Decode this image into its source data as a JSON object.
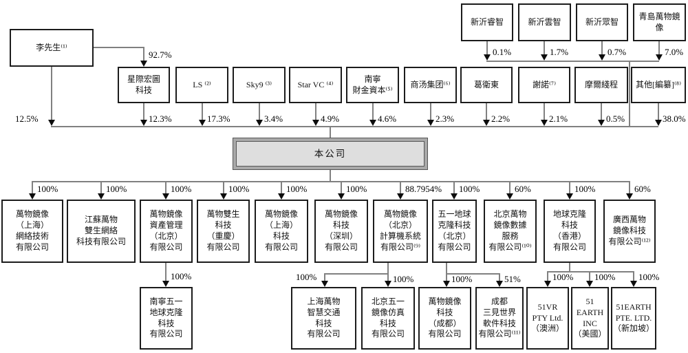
{
  "company": {
    "label": "本公司"
  },
  "founder": {
    "label": "李先生⁽¹⁾",
    "pct_direct": "12.5%",
    "pct_to_xingji": "92.7%"
  },
  "top_holders": [
    {
      "label": "新沂睿智",
      "pct": "0.1%"
    },
    {
      "label": "新沂雲智",
      "pct": "1.7%"
    },
    {
      "label": "新沂眾智",
      "pct": "0.7%"
    },
    {
      "label": "青島萬物鏡像",
      "pct": "7.0%"
    }
  ],
  "mid_holders": [
    {
      "label": "星際宏圖\n科技",
      "pct": "12.3%"
    },
    {
      "label": "LS ⁽²⁾",
      "pct": "17.3%"
    },
    {
      "label": "Sky9 ⁽³⁾",
      "pct": "3.4%"
    },
    {
      "label": "Star VC ⁽⁴⁾",
      "pct": "4.9%"
    },
    {
      "label": "南寧\n財金資本⁽⁵⁾",
      "pct": "4.6%"
    },
    {
      "label": "商汤集团⁽⁶⁾",
      "pct": "2.3%"
    },
    {
      "label": "葛衛東",
      "pct": "2.2%"
    },
    {
      "label": "謝諾⁽⁷⁾",
      "pct": "2.1%"
    },
    {
      "label": "摩爾綫程",
      "pct": "0.5%"
    },
    {
      "label": "其他[編纂]⁽⁸⁾",
      "pct": "38.0%"
    }
  ],
  "subsidiaries": [
    {
      "label": "萬物鏡像\n（上海）\n網絡技術\n有限公司",
      "pct": "100%"
    },
    {
      "label": "江蘇萬物\n雙生網絡\n科技有限公司",
      "pct": "100%"
    },
    {
      "label": "萬物鏡像\n資產管理\n（北京）\n有限公司",
      "pct": "100%"
    },
    {
      "label": "萬物雙生\n科技\n（重慶）\n有限公司",
      "pct": "100%"
    },
    {
      "label": "萬物鏡像\n（上海）\n科技\n有限公司",
      "pct": "100%"
    },
    {
      "label": "萬物鏡像\n科技\n（深圳）\n有限公司",
      "pct": "100%"
    },
    {
      "label": "萬物鏡像\n（北京）\n計算機系統\n有限公司⁽⁹⁾",
      "pct": "88.7954%"
    },
    {
      "label": "五一地球\n克隆科技\n（北京）\n有限公司",
      "pct": "100%"
    },
    {
      "label": "北京萬物\n鏡像數據\n服務\n有限公司⁽¹⁰⁾",
      "pct": "60%"
    },
    {
      "label": "地球克隆\n科技\n（香港）\n有限公司",
      "pct": "100%"
    },
    {
      "label": "廣西萬物\n鏡像科技\n有限公司⁽¹²⁾",
      "pct": "60%"
    }
  ],
  "sub_subsidiaries": [
    {
      "label": "南寧五一\n地球克隆\n科技\n有限公司",
      "pct": "100%"
    },
    {
      "label": "上海萬物\n智慧交通\n科技\n有限公司",
      "pct": "100%"
    },
    {
      "label": "北京五一\n鏡像仿真\n科技\n有限公司",
      "pct": "100%"
    },
    {
      "label": "萬物鏡像\n科技\n（成都）\n有限公司",
      "pct": "100%"
    },
    {
      "label": "成都\n三見世界\n軟件科技\n有限公司⁽¹¹⁾",
      "pct": "51%"
    },
    {
      "label": "51VR\nPTY Ltd.\n（澳洲）",
      "pct": "100%"
    },
    {
      "label": "51\nEARTH\nINC\n（美國）",
      "pct": "100%"
    },
    {
      "label": "51EARTH\nPTE. LTD.\n（新加坡）",
      "pct": "100%"
    }
  ]
}
